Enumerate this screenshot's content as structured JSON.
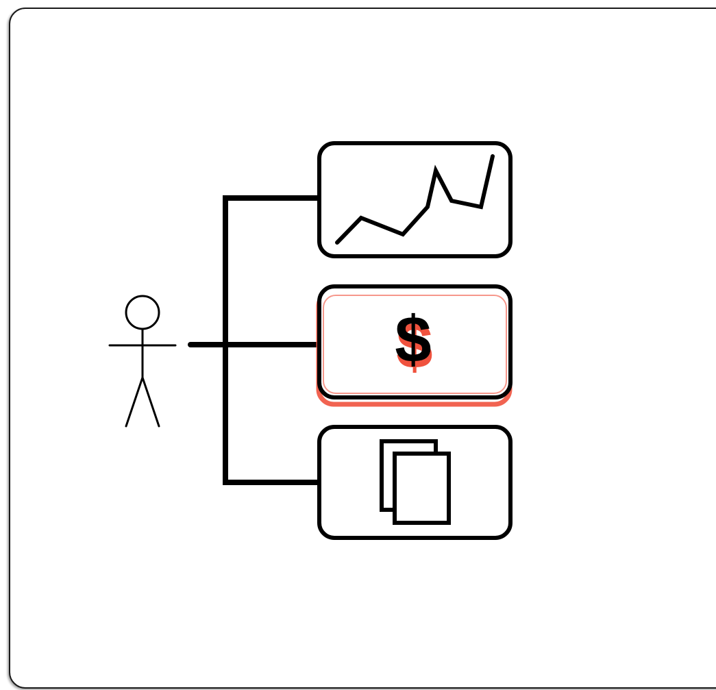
{
  "diagram": {
    "actor": {
      "icon": "stick-figure-icon"
    },
    "connector": {
      "icon": "tree-connector"
    },
    "boxes": [
      {
        "id": "analytics",
        "icon": "line-chart-icon",
        "highlighted": false
      },
      {
        "id": "payment",
        "icon": "dollar-sign-icon",
        "label": "$",
        "highlighted": true
      },
      {
        "id": "documents",
        "icon": "documents-icon",
        "highlighted": false
      }
    ],
    "colors": {
      "stroke": "#000000",
      "highlight": "#f0523e",
      "background": "#ffffff"
    }
  }
}
